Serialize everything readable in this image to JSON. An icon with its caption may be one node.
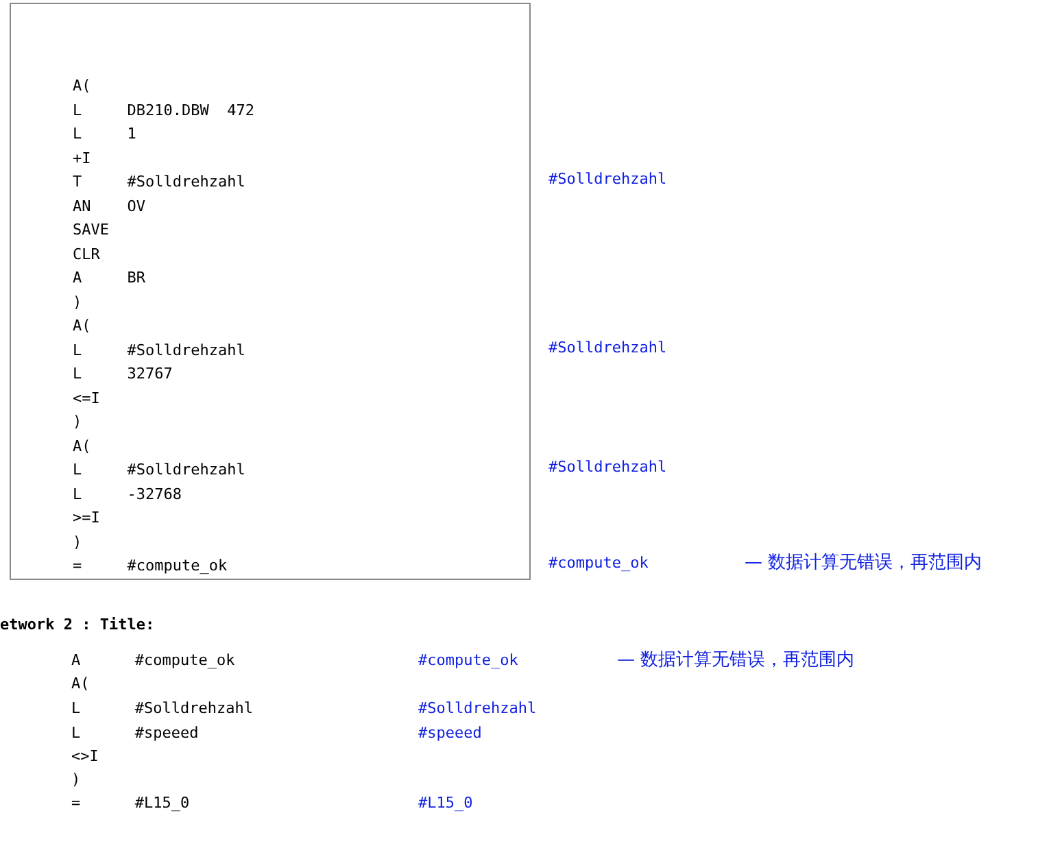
{
  "diagram": {
    "nodes": [
      {
        "text": [
          "A(",
          "L     DB210.DBW  472",
          "L     1",
          "+I",
          "T     #Solldrehzahl",
          "AN    OV",
          "SAVE",
          "CLR",
          "A     BR",
          ")",
          "A(",
          "L     #Solldrehzahl",
          "L     32767",
          "<=I",
          ")",
          "A(",
          "L     #Solldrehzahl",
          "L     -32768",
          ">=I",
          ")",
          "=     #compute_ok"
        ]
      }
    ],
    "labels": [
      "#Solldrehzahl",
      "#Solldrehzahl",
      "#Solldrehzahl",
      "#compute_ok",
      "— 数据计算无错误，再范围内",
      "etwork 2 : Title:",
      "A      #compute_ok",
      "#compute_ok",
      "— 数据计算无错误，再范围内",
      "A(",
      "L      #Solldrehzahl",
      "#Solldrehzahl",
      "L      #speeed",
      "#speeed",
      "<>I",
      ")",
      "=      #L15_0",
      "#L15_0"
    ]
  }
}
